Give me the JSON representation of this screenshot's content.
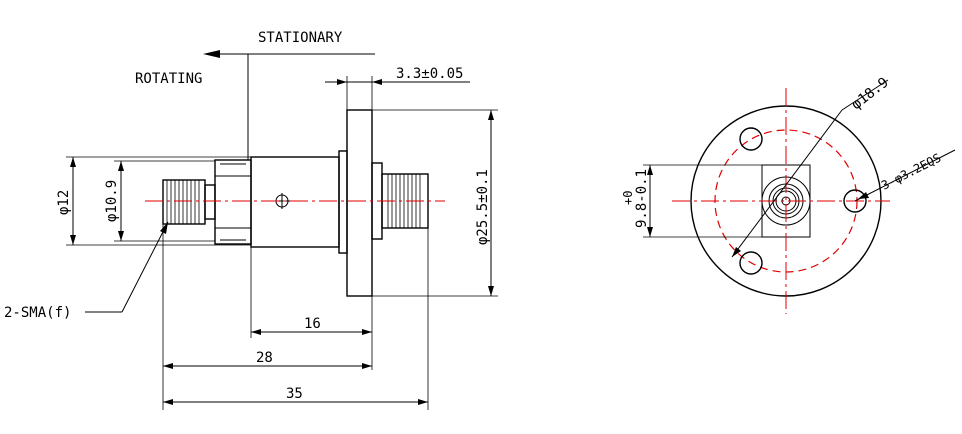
{
  "side_view": {
    "label_stationary": "STATIONARY",
    "label_rotating": "ROTATING",
    "dim_flange_thickness": "3.3±0.05",
    "dim_dia_12": "φ12",
    "dim_dia_10_9": "φ10.9",
    "dim_dia_25_5": "φ25.5±0.1",
    "dim_len_16": "16",
    "dim_len_28": "28",
    "dim_len_35": "35",
    "connector_callout": "2-SMA(f)"
  },
  "front_view": {
    "dim_pcd": "φ18.9",
    "dim_holes": "3-φ3.2EQS",
    "dim_center_tol_upper": "+0",
    "dim_center_tol": "9.8-0.1"
  },
  "colors": {
    "line": "#000000",
    "centerline": "#e00000"
  }
}
